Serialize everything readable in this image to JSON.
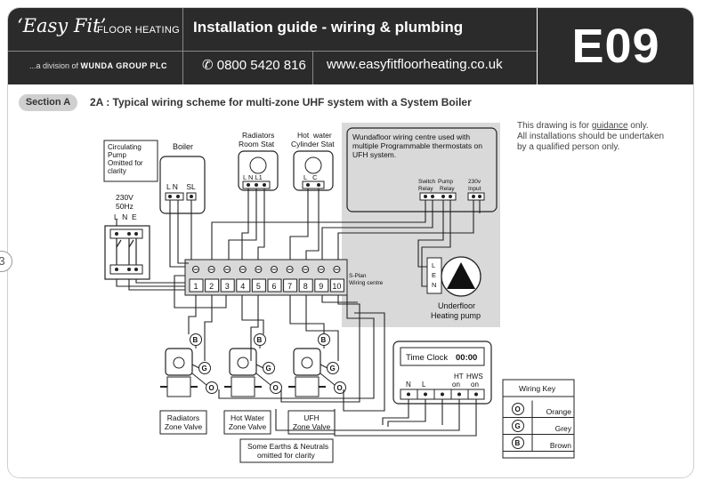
{
  "header": {
    "brand_script": "‘Easy Fit’",
    "brand_floor": "FLOOR HEATING",
    "title": "Installation guide - wiring & plumbing",
    "division_prefix": "...a division of",
    "division_company": "WUNDA GROUP PLC",
    "phone": "✆ 0800 5420 816",
    "website": "www.easyfitfloorheating.co.uk",
    "code": "E09"
  },
  "section": {
    "pill": "Section A",
    "title": "2A : Typical wiring scheme for multi-zone UHF system with a System Boiler"
  },
  "side_number": "3",
  "notes": {
    "guidance_prefix": "This drawing is for ",
    "guidance_word": "guidance",
    "guidance_suffix": " only.",
    "line2": "All installations should be undertaken",
    "line3": "by a qualified person only."
  },
  "pump_note": [
    "Circulating",
    "Pump",
    "Omitted for",
    "clarity"
  ],
  "boiler": {
    "label": "Boiler",
    "terminals": "L N    SL"
  },
  "supply": {
    "voltage": "230V",
    "freq": "50Hz",
    "terminals": "L  N  E"
  },
  "room_stat": {
    "label1": "Radiators",
    "label2": "Room Stat",
    "terminals": "L N L1"
  },
  "cyl_stat": {
    "label1": "Hot  water",
    "label2": "Cylinder Stat",
    "terminals": "L   C"
  },
  "wiring_centre": {
    "label1": "S-Plan",
    "label2": "Wiring centre",
    "terminals": [
      "1",
      "2",
      "3",
      "4",
      "5",
      "6",
      "7",
      "8",
      "9",
      "10"
    ]
  },
  "wunda_centre": {
    "line1": "Wundafloor wiring centre used with",
    "line2": "multiple Programmable thermostats on",
    "line3": "UFH system.",
    "switch_relay": [
      "Switch",
      "Relay"
    ],
    "pump_relay": [
      "Pump",
      "Relay"
    ],
    "input": [
      "230v",
      "Input"
    ]
  },
  "pump": {
    "terminals": [
      "L",
      "E",
      "N"
    ],
    "label1": "Underfloor",
    "label2": "Heating pump"
  },
  "time_clock": {
    "title": "Time Clock",
    "display": "00:00",
    "ht": "HT",
    "hws": "HWS",
    "on": "on",
    "n": "N",
    "l": "L"
  },
  "valves": [
    {
      "label1": "Radiators",
      "label2": "Zone Valve"
    },
    {
      "label1": "Hot Water",
      "label2": "Zone Valve"
    },
    {
      "label1": "UFH",
      "label2": "Zone Valve"
    }
  ],
  "earth_note": [
    "Some Earths & Neutrals",
    "omitted for clarity"
  ],
  "wiring_key": {
    "title": "Wiring Key",
    "items": [
      {
        "letter": "O",
        "name": "Orange"
      },
      {
        "letter": "G",
        "name": "Grey"
      },
      {
        "letter": "B",
        "name": "Brown"
      }
    ]
  }
}
